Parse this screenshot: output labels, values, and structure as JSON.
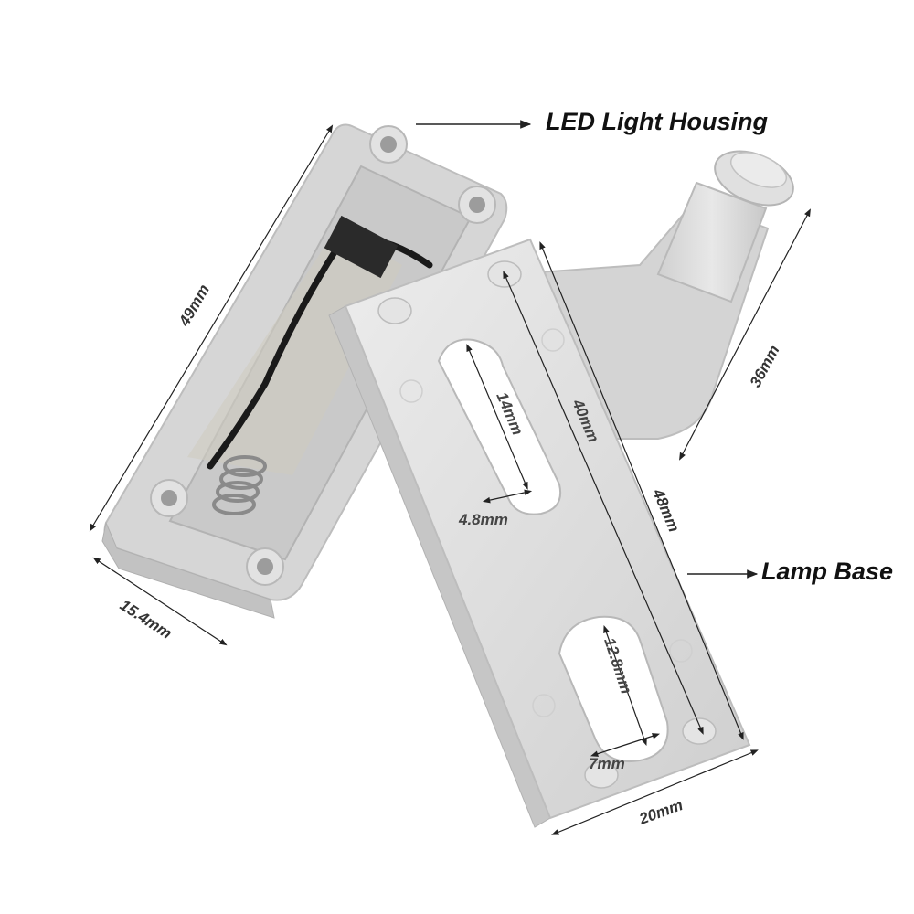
{
  "callouts": {
    "housing": "LED Light Housing",
    "base": "Lamp Base"
  },
  "dimensions": {
    "housing_length": "49mm",
    "housing_width": "15.4mm",
    "plunger_length": "36mm",
    "base_length": "48mm",
    "slot_spacing": "40mm",
    "upper_slot_length": "14mm",
    "upper_slot_width": "4.8mm",
    "lower_slot_length": "12.8mm",
    "lower_slot_width": "7mm",
    "base_width": "20mm"
  },
  "colors": {
    "plastic": "#dcdcdc",
    "plastic_shadow": "#c4c4c4",
    "plastic_highlight": "#ececec",
    "interior": "#cfcfcf",
    "dimension_line": "#222222",
    "wire": "#1a1a1a",
    "pcb": "#d9d4c8"
  }
}
